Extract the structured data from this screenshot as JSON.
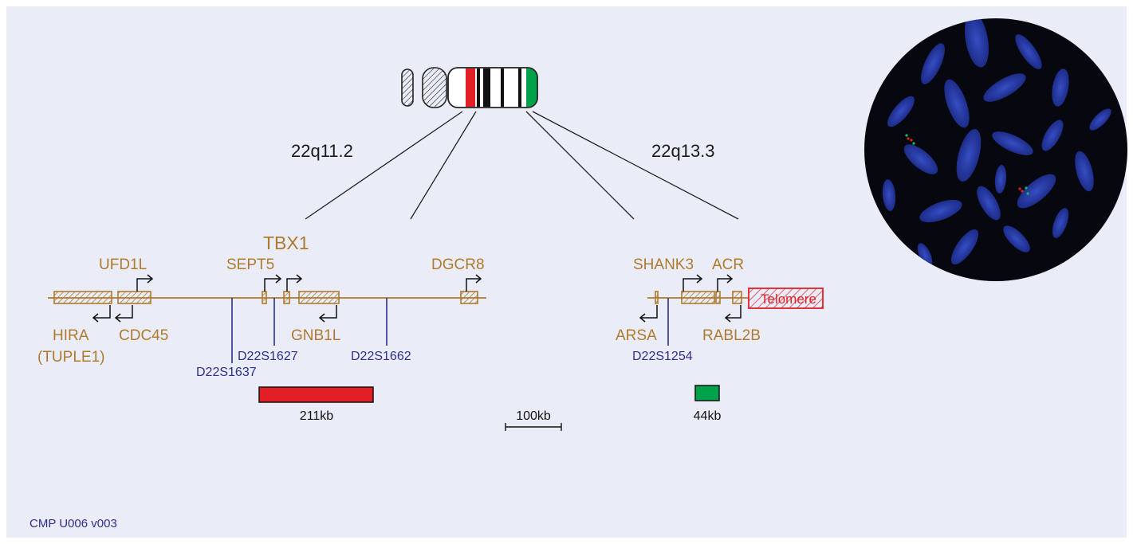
{
  "colors": {
    "panel_bg": "#eaedf8",
    "gene": "#b07a2e",
    "marker": "#2b2f8c",
    "probe_red": "#e31f26",
    "probe_green": "#00a14b",
    "fish_bg": "#000000",
    "chromosome_blue": "#2436a8"
  },
  "bands": {
    "left": "22q11.2",
    "right": "22q13.3"
  },
  "genes": {
    "tbx1": "TBX1",
    "ufd1l": "UFD1L",
    "sept5": "SEPT5",
    "dgcr8": "DGCR8",
    "hira": "HIRA",
    "tuple1": "(TUPLE1)",
    "cdc45": "CDC45",
    "gnb1l": "GNB1L",
    "shank3": "SHANK3",
    "acr": "ACR",
    "arsa": "ARSA",
    "rabl2b": "RABL2B",
    "telomere": "Telomere"
  },
  "markers": {
    "d22s1637": "D22S1637",
    "d22s1627": "D22S1627",
    "d22s1662": "D22S1662",
    "d22s1254": "D22S1254"
  },
  "probes": {
    "red_size": "211kb",
    "green_size": "44kb",
    "scale": "100kb"
  },
  "footer": "CMP U006 v003"
}
